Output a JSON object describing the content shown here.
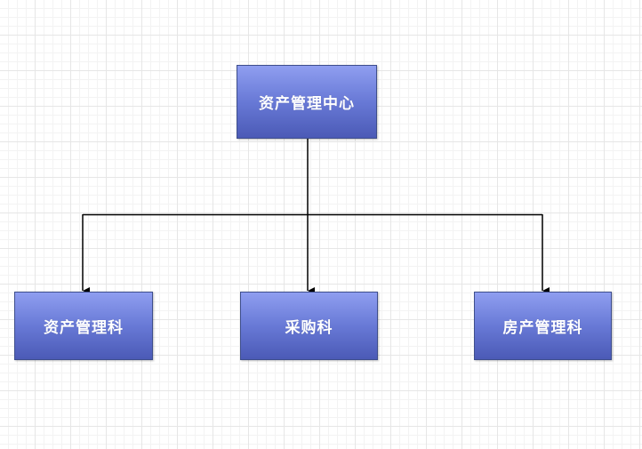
{
  "diagram": {
    "root": {
      "label": "资产管理中心"
    },
    "children": [
      {
        "label": "资产管理科"
      },
      {
        "label": "采购科"
      },
      {
        "label": "房产管理科"
      }
    ]
  },
  "colors": {
    "node_fill_top": "#8f9ef0",
    "node_fill_bottom": "#4b5ab6",
    "node_border": "#3e4e8c",
    "node_text": "#ffffff",
    "connector": "#000000",
    "grid": "#e6e6e6"
  }
}
